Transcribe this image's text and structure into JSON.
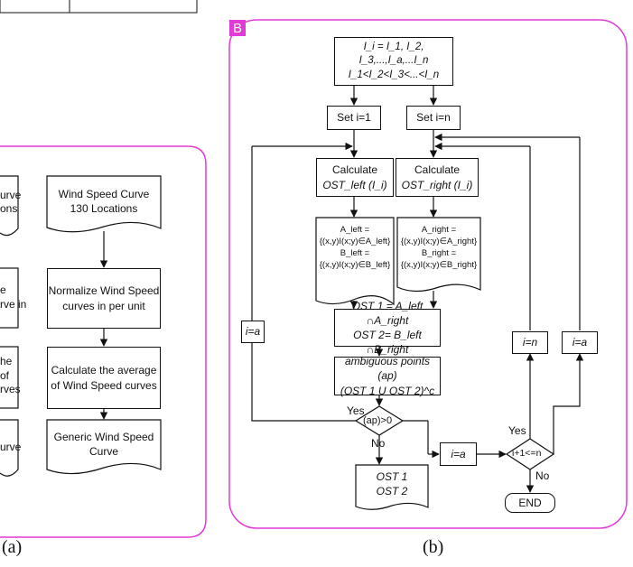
{
  "panel_a": {
    "left_col": [
      "urve",
      "ons",
      "e",
      "rve in",
      "he",
      "of",
      "rves",
      "urve"
    ],
    "box1": "Wind Speed Curve 130 Locations",
    "box2": "Normalize Wind Speed curves in per unit",
    "box3": "Calculate the average of Wind Speed curves",
    "box4": "Generic Wind Speed Curve",
    "caption": "(a)"
  },
  "panel_b": {
    "badge": "B",
    "top_line1": "I_i = I_1, I_2, I_3,...,I_a,...I_n",
    "top_line2": "I_1<I_2<I_3<...<I_n",
    "set_left": "Set i=1",
    "set_right": "Set i=n",
    "calc_left_1": "Calculate",
    "calc_left_2": "OST_left (I_i)",
    "calc_right_1": "Calculate",
    "calc_right_2": "OST_right (I_i)",
    "doc_left_1": "A_left = {(x,y)I(x;y)∈A_left}",
    "doc_left_2": "B_left = {(x,y)I(x;y)∈B_left}",
    "doc_right_1": "A_right = {(x,y)I(x;y)∈A_right}",
    "doc_right_2": "B_right = {(x,y)I(x;y)∈B_right}",
    "ost_line1": "OST 1 = A_left ∩A_right",
    "ost_line2": "OST 2= B_left ∩B_right",
    "ambig_line1": "ambiguous points (ap)",
    "ambig_line2": "(OST 1 U OST 2)^c",
    "decision_ap": "(ap)>0",
    "yes_left": "Yes",
    "no_left": "No",
    "out_line1": "OST 1",
    "out_line2": "OST 2",
    "ia_bottom": "i=a",
    "decision_n": "i+1<=n",
    "yes_right": "Yes",
    "no_right": "No",
    "end": "END",
    "loop_ia_left": "i=a",
    "loop_in": "i=n",
    "loop_ia_right": "i=a",
    "caption": "(b)"
  }
}
